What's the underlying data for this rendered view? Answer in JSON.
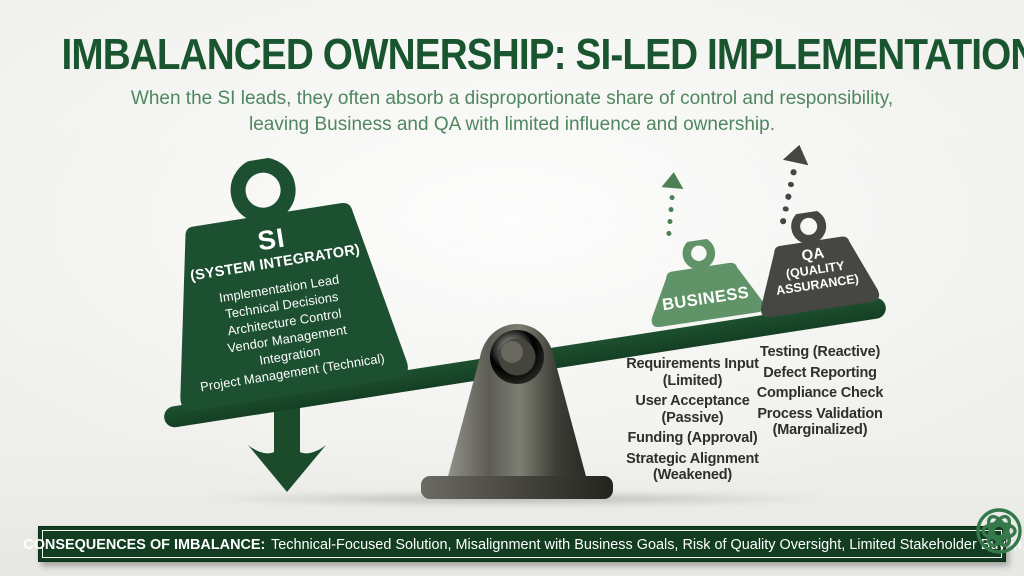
{
  "colors": {
    "title_green": "#19552f",
    "subtitle_green": "#4f8660",
    "dark_green": "#1c5031",
    "plank_green": "#17452a",
    "business_green": "#609367",
    "qa_gray": "#464643",
    "list_text": "#2f2f2d",
    "footer_green": "#123d20",
    "background": "#efefec"
  },
  "header": {
    "title": "IMBALANCED OWNERSHIP: SI-LED IMPLEMENTATION",
    "subtitle_line1": "When the SI leads, they often absorb a disproportionate share of control and responsibility,",
    "subtitle_line2": "leaving Business and QA with limited influence and ownership."
  },
  "seesaw": {
    "si_weight": {
      "label": "SI",
      "sublabel": "(SYSTEM INTEGRATOR)",
      "items": [
        "Implementation Lead",
        "Technical Decisions",
        "Architecture Control",
        "Vendor Management",
        "Integration",
        "Project Management (Technical)"
      ]
    },
    "business_weight": {
      "label": "BUSINESS"
    },
    "qa_weight": {
      "label": "QA",
      "sublabel": "(QUALITY ASSURANCE)"
    },
    "business_list": [
      "Requirements Input (Limited)",
      "User Acceptance (Passive)",
      "Funding (Approval)",
      "Strategic Alignment (Weakened)"
    ],
    "qa_list": [
      "Testing (Reactive)",
      "Defect Reporting",
      "Compliance Check",
      "Process Validation (Marginalized)"
    ]
  },
  "footer": {
    "label": "CONSEQUENCES OF IMBALANCE:",
    "text": "Technical-Focused Solution, Misalignment with Business Goals, Risk of Quality Oversight, Limited Stakeholder Buy-in"
  },
  "logo": {
    "name": "celtic-knot-logo"
  }
}
